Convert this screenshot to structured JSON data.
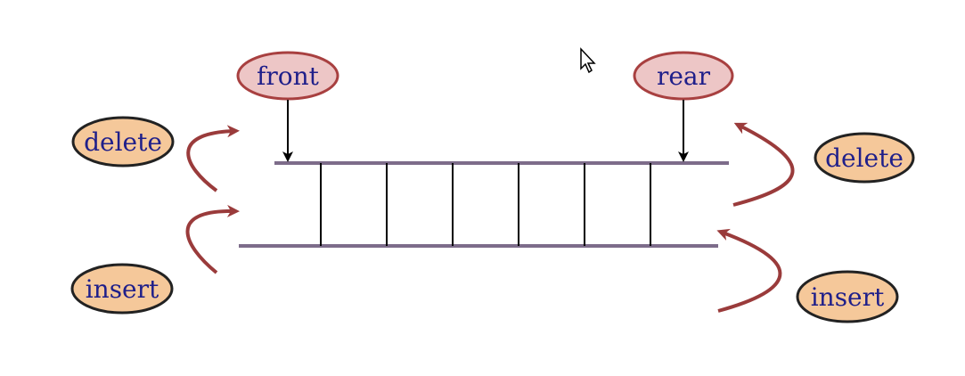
{
  "diagram": {
    "type": "deque",
    "pointers": {
      "front": "front",
      "rear": "rear"
    },
    "operations": {
      "left_delete": "delete",
      "left_insert": "insert",
      "right_delete": "delete",
      "right_insert": "insert"
    },
    "cells": 6
  },
  "colors": {
    "pointer_fill": "#edc6c6",
    "pointer_stroke": "#a84040",
    "operation_fill": "#f5c89a",
    "operation_stroke": "#222222",
    "arrow_curve": "#9a3b3b",
    "rail": "#7d6c8a",
    "text": "#1f1f8a"
  },
  "icons": {
    "cursor": "mouse-pointer-icon"
  }
}
